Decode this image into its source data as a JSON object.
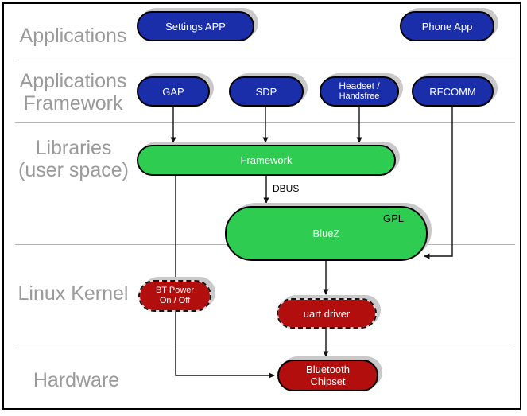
{
  "layers": {
    "applications": {
      "label": "Applications"
    },
    "applications_framework": {
      "line1": "Applications",
      "line2": "Framework"
    },
    "libraries": {
      "line1": "Libraries",
      "line2": "(user space)"
    },
    "linux_kernel": {
      "label": "Linux Kernel"
    },
    "hardware": {
      "label": "Hardware"
    }
  },
  "nodes": {
    "settings_app": {
      "label": "Settings APP"
    },
    "phone_app": {
      "label": "Phone App"
    },
    "gap": {
      "label": "GAP"
    },
    "sdp": {
      "label": "SDP"
    },
    "headset": {
      "line1": "Headset /",
      "line2": "Handsfree"
    },
    "rfcomm": {
      "label": "RFCOMM"
    },
    "framework": {
      "label": "Framework"
    },
    "bluez": {
      "label": "BlueZ",
      "license_note": "GPL"
    },
    "bt_power": {
      "line1": "BT Power",
      "line2": "On / Off"
    },
    "uart_driver": {
      "label": "uart driver"
    },
    "bluetooth_chipset": {
      "line1": "Bluetooth",
      "line2": "Chipset"
    }
  },
  "edges": {
    "dbus": {
      "label": "DBUS"
    }
  },
  "colors": {
    "application_node": "#1b2ea9",
    "userspace_node": "#2fcc52",
    "kernel_node": "#b30e0e",
    "layer_label": "#9a9a9a",
    "separator": "#b3b3b3",
    "node_shadow": "#c9c9c9"
  }
}
